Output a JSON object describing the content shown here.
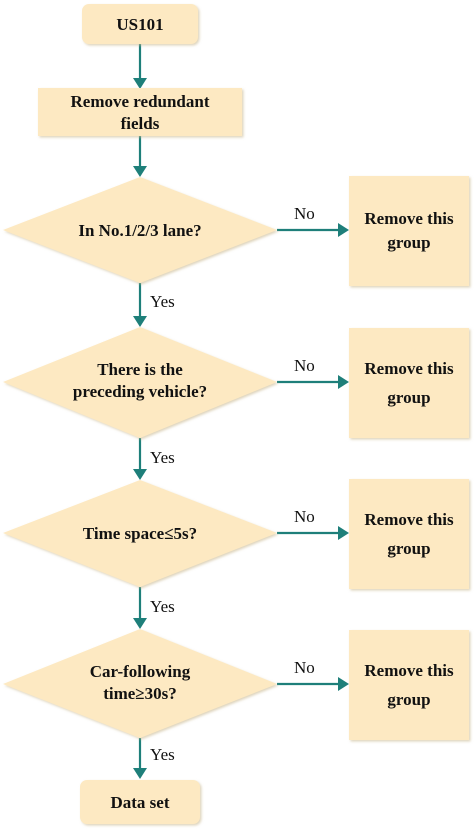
{
  "nodes": {
    "start": {
      "text": "US101"
    },
    "remove_fields": {
      "line1": "Remove redundant",
      "line2": "fields"
    },
    "lane_check": {
      "text": "In No.1/2/3 lane?"
    },
    "preceding_check": {
      "line1": "There is the",
      "line2": "preceding vehicle?"
    },
    "timespace_check": {
      "text": "Time space≤5s?"
    },
    "carfollow_check": {
      "line1": "Car-following",
      "line2": "time≥30s?"
    },
    "remove_group_1": {
      "line1": "Remove this",
      "line2": "group"
    },
    "remove_group_2": {
      "line1": "Remove this",
      "line2": "group"
    },
    "remove_group_3": {
      "line1": "Remove this",
      "line2": "group"
    },
    "remove_group_4": {
      "line1": "Remove this",
      "line2": "group"
    },
    "end": {
      "text": "Data set"
    }
  },
  "edges": {
    "yes_label": "Yes",
    "no_label": "No"
  },
  "colors": {
    "node_fill": "#fde9c2",
    "arrow": "#1e7f7a",
    "text": "#111111"
  }
}
